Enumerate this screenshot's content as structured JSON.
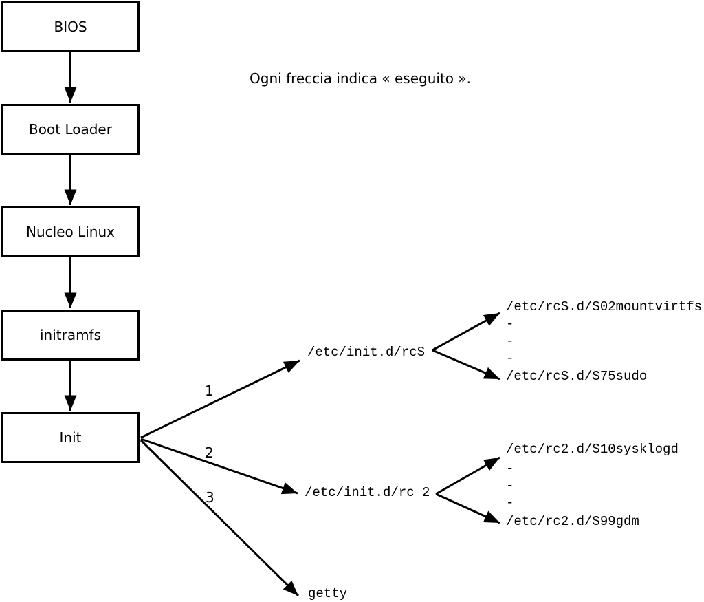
{
  "annotation": "Ogni freccia indica « eseguito ».",
  "chain": [
    {
      "label": "BIOS"
    },
    {
      "label": "Boot Loader"
    },
    {
      "label": "Nucleo Linux"
    },
    {
      "label": "initramfs"
    },
    {
      "label": "Init"
    }
  ],
  "branches": [
    {
      "number": "1",
      "target": "/etc/init.d/rcS",
      "children": [
        "/etc/rcS.d/S02mountvirtfs",
        "-",
        "-",
        "-",
        "/etc/rcS.d/S75sudo"
      ]
    },
    {
      "number": "2",
      "target": "/etc/init.d/rc 2",
      "children": [
        "/etc/rc2.d/S10sysklogd",
        "-",
        "-",
        "-",
        "/etc/rc2.d/S99gdm"
      ]
    },
    {
      "number": "3",
      "target": "getty",
      "children": []
    }
  ],
  "colors": {
    "background": "#ffffff",
    "line": "#000000",
    "text": "#000000"
  }
}
